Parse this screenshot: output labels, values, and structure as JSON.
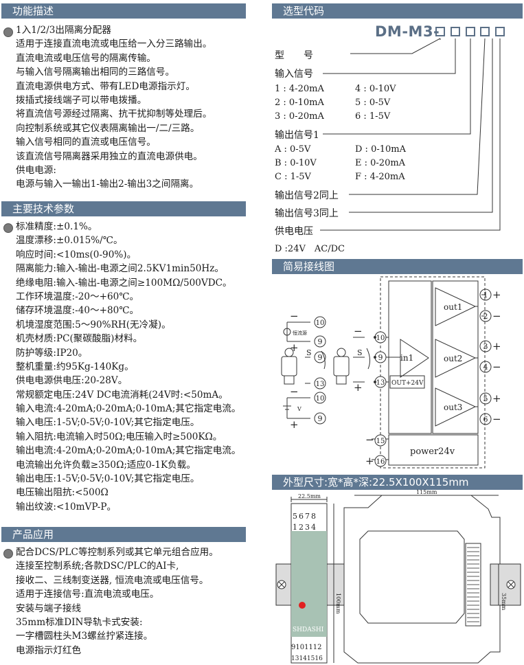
{
  "sections": {
    "func": "功能描述",
    "specs": "主要技术参数",
    "app": "产品应用",
    "model": "选型代码",
    "wiring": "简易接线图",
    "dims": "外型尺寸:宽*高*深:22.5X100X115mm"
  },
  "func_lines": [
    "1入1/2/3出隔离分配器",
    "适用于连接直流电流或电压给一入分三路输出。",
    "直流电流或电压信号的隔离传输。",
    "与输入信号隔离输出相同的三路信号。",
    "直流电源供电方式、带有LED电源指示灯。",
    "拨插式接线端子可以带电拨播。",
    "将直流信号源经过隔离、抗干扰抑制等处理后。",
    "向控制系统或其它仪表隔离输出一/二/三路。",
    "输入信号相同的直流或电压信号。",
    "该直流信号隔离器采用独立的直流电源供电。",
    "供电电源:",
    "电源与输入一输出1-输出2-输出3之间隔离。"
  ],
  "spec_lines": [
    "标准精度:±0.1%。",
    "温度漂移:±0.015%/℃。",
    "响应时间:<10ms(0-90%)。",
    "隔离能力:输入-输出-电源之间2.5KV1min50Hz。",
    "绝缘电阻:输入-输出-电源之间≥100MΩ/500VDC。",
    "工作环境温度:-20～+60℃。",
    "储存环境温度:-40～+80℃。",
    "机境湿度范围:5～90%RH(无冷凝)。",
    "机壳材质:PC(聚碳酸脂)材料。",
    "防护等级:IP20。",
    "整机重量:约95Kg-140Kg。",
    "供电电源供电压:20-28V。",
    "常规额定电压:24V DC电流消耗(24V时:<50mA。",
    "输入电流:4-20mA;0-20mA;0-10mA;其它指定电流。",
    "输入电压:1-5V;0-5V;0-10V;其它指定电压。",
    "输入阻抗:电流输入时50Ω;电压输入时≥500KΩ。",
    "输出电流:4-20mA;0-20mA;0-10mA;其它指定电流。",
    "电流输出允许负载≥350Ω;适应0-1K负载。",
    "输出电压:1-5V;0-5V;0-10V;其它指定电压。",
    "电压输出阻抗:<500Ω",
    "输出纹波:<10mVP-P。"
  ],
  "app_lines": [
    "配合DCS/PLC等控制系列或其它单元组合应用。",
    "连接至控制系统;各款DSC/PLC的AI卡,",
    "接收二、三线制变送器, 恒流电流或电压信号。",
    "适用于连接信号:直流电流或电压。",
    "安装与端子接线",
    "35mm标准DIN导轨卡式安装:",
    "一字槽圆柱头M3螺丝拧紧连接。",
    "电源指示灯红色"
  ],
  "model": {
    "code": "DM-M3-",
    "type_label": "型　　号",
    "input_label": "输入信号",
    "inputs": [
      "1 : 4-20mA",
      "2 : 0-10mA",
      "3 : 0-20mA",
      "4 : 0-10V",
      "5 : 0-5V",
      "6 : 1-5V"
    ],
    "out1_label": "输出信号1",
    "outputs": [
      "A : 0-5V",
      "B : 0-10V",
      "C : 1-5V",
      "D : 0-10mA",
      "E : 0-20mA",
      "F : 4-20mA"
    ],
    "out2_label": "输出信号2同上",
    "out3_label": "输出信号3同上",
    "power_label": "供电电压",
    "power_value": "D :24V　AC/DC"
  },
  "wiring": {
    "in1": "in1",
    "out1": "out1",
    "out2": "out2",
    "out3": "out3",
    "out24": "OUT+24V",
    "power": "power24v",
    "cc_label": "恒流源",
    "v_label": "V",
    "s_label": "S",
    "t1": "1",
    "t2": "2",
    "t3": "3",
    "t4": "4",
    "t5": "5",
    "t6": "6",
    "t9": "9",
    "t10": "10",
    "t13": "13",
    "t15": "15",
    "t16": "16",
    "plus": "+",
    "minus": "−"
  },
  "dims": {
    "w": "22.5mm",
    "d": "115mm",
    "h": "100mm",
    "rail": "35mm",
    "top_terms": "5678",
    "top_terms2": "1234",
    "bot_terms": "9101112",
    "bot_terms2": "13141516",
    "brand": "SHDASHI"
  },
  "colors": {
    "header": "#5f7892",
    "front": "#a8c2b4",
    "led": "#e02020"
  }
}
